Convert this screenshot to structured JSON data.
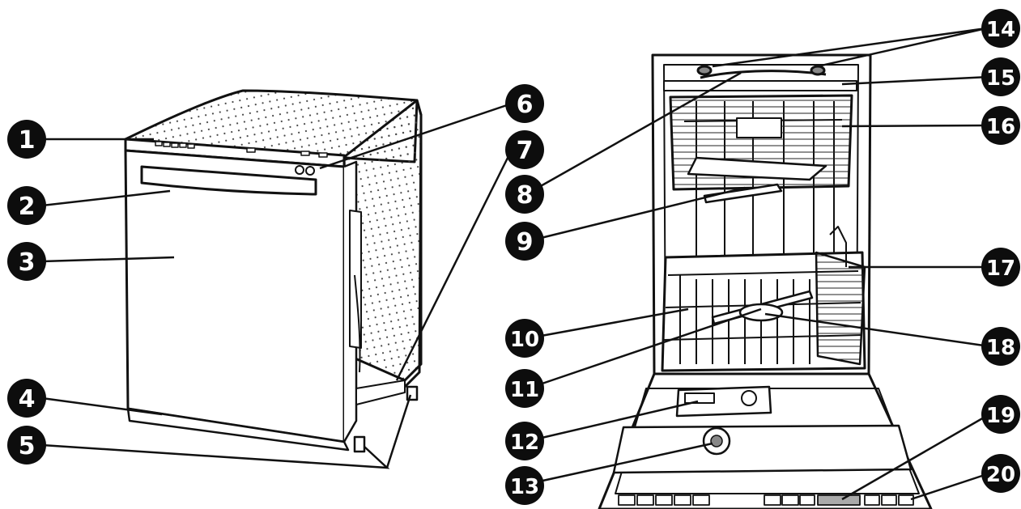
{
  "diagram": {
    "left_view": "exterior",
    "right_view": "interior-door-open",
    "colors": {
      "ink": "#111111",
      "badge": "#0d0d0d",
      "badge_text": "#ffffff",
      "panel": "#f4f4f4",
      "dots": "#444444"
    }
  },
  "callouts": [
    {
      "id": "c1",
      "label": "1"
    },
    {
      "id": "c2",
      "label": "2"
    },
    {
      "id": "c3",
      "label": "3"
    },
    {
      "id": "c4",
      "label": "4"
    },
    {
      "id": "c5",
      "label": "5"
    },
    {
      "id": "c6",
      "label": "6"
    },
    {
      "id": "c7",
      "label": "7"
    },
    {
      "id": "c8",
      "label": "8"
    },
    {
      "id": "c9",
      "label": "9"
    },
    {
      "id": "c10",
      "label": "10"
    },
    {
      "id": "c11",
      "label": "11"
    },
    {
      "id": "c12",
      "label": "12"
    },
    {
      "id": "c13",
      "label": "13"
    },
    {
      "id": "c14",
      "label": "14"
    },
    {
      "id": "c15",
      "label": "15"
    },
    {
      "id": "c16",
      "label": "16"
    },
    {
      "id": "c17",
      "label": "17"
    },
    {
      "id": "c18",
      "label": "18"
    },
    {
      "id": "c19",
      "label": "19"
    },
    {
      "id": "c20",
      "label": "20"
    }
  ]
}
